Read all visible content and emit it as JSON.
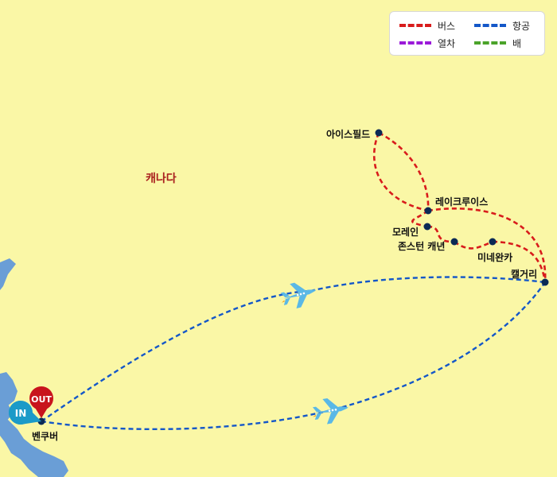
{
  "legend": {
    "items": [
      {
        "label": "버스",
        "color": "#d81c1c"
      },
      {
        "label": "항공",
        "color": "#1457c8"
      },
      {
        "label": "열차",
        "color": "#9b1ad9"
      },
      {
        "label": "배",
        "color": "#4ba32a"
      }
    ]
  },
  "map": {
    "country": "캐나다",
    "cities": {
      "icefield": "아이스필드",
      "lakelouise": "레이크루이스",
      "moraine": "모레인",
      "johnston": "존스턴 캐년",
      "minnewanka": "미네완카",
      "calgary": "캘거리",
      "vancouver": "벤쿠버"
    },
    "markers": {
      "in": "IN",
      "out": "OUT"
    }
  },
  "colors": {
    "background": "#faf7a6",
    "water": "#6a9ed6",
    "bus": "#d81c1c",
    "air": "#1457c8",
    "city_dot": "#0b2a55",
    "country_label": "#a81c1c",
    "in_marker": "#1b9ac8",
    "out_marker": "#c8141d",
    "plane": "#5ab8e6"
  },
  "icons": [
    "airplane-icon",
    "map-pin-icon",
    "city-dot-icon"
  ]
}
